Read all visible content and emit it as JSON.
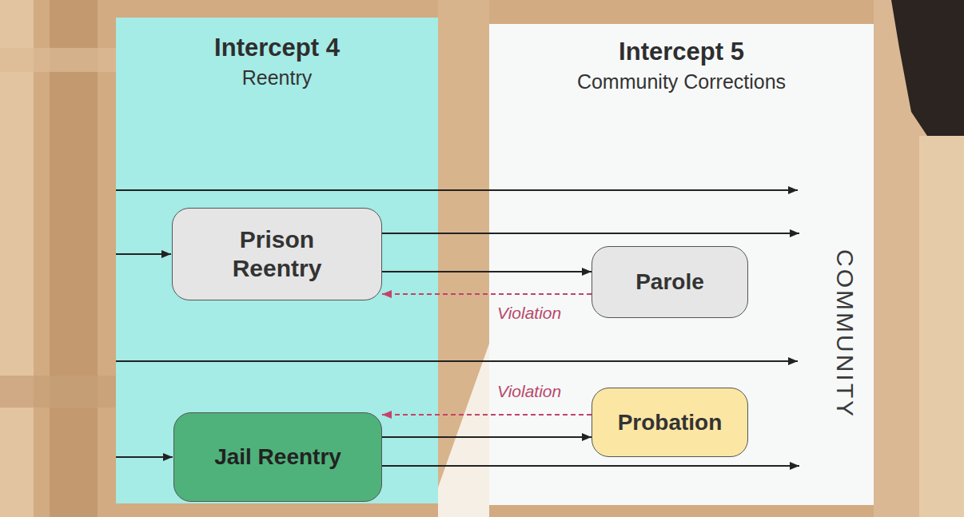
{
  "diagram": {
    "nodes": [
      {
        "text": [
          "Intercept 4",
          "Reentry"
        ]
      },
      {
        "text": [
          "Prison Reentry"
        ],
        "in": 0
      },
      {
        "text": [
          "Jail Reentry"
        ],
        "in": 0
      },
      {
        "text": [
          "Intercept 5",
          "Community Corrections"
        ]
      },
      {
        "text": [
          "Parole"
        ],
        "in": 3
      },
      {
        "text": [
          "Probation"
        ],
        "in": 3
      },
      {
        "text": [
          "COMMUNITY"
        ],
        "in": 3
      }
    ],
    "edges": [
      {
        "from": 1,
        "to": 6,
        "arrow": "to"
      },
      {
        "from": 1,
        "to": 4,
        "arrow": "to"
      },
      {
        "from": 4,
        "to": 1,
        "label": "Violation",
        "arrow": "to"
      },
      {
        "from": 2,
        "to": 5,
        "arrow": "to"
      },
      {
        "from": 5,
        "to": 2,
        "label": "Violation",
        "arrow": "to"
      },
      {
        "from": 2,
        "to": 6,
        "arrow": "to"
      }
    ]
  }
}
